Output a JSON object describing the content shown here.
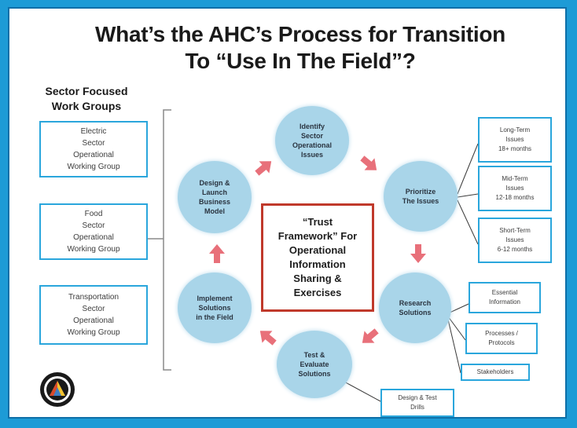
{
  "title": "What’s the AHC’s Process for Transition\nTo “Use In The Field”?",
  "sector_heading": "Sector Focused\nWork Groups",
  "work_groups": [
    "Electric\nSector\nOperational\nWorking Group",
    "Food\nSector\nOperational\nWorking Group",
    "Transportation\nSector\nOperational\nWorking Group"
  ],
  "center_text": "“Trust\nFramework” For\nOperational\nInformation\nSharing &\nExercises",
  "cycle": [
    "Identify\nSector\nOperational\nIssues",
    "Prioritize\nThe Issues",
    "Research\nSolutions",
    "Test &\nEvaluate\nSolutions",
    "Implement\nSolutions\nin the Field",
    "Design &\nLaunch\nBusiness\nModel"
  ],
  "timeframes": [
    "Long-Term\nIssues\n18+ months",
    "Mid-Term\nIssues\n12-18 months",
    "Short-Term\nIssues\n6-12 months"
  ],
  "research_outputs": [
    "Essential\nInformation",
    "Processes /\nProtocols",
    "Stakeholders"
  ],
  "test_output": "Design & Test\nDrills",
  "colors": {
    "frame": "#1d9bd6",
    "box_border": "#2aa6dc",
    "circle": "#a9d5e9",
    "arrow": "#e8707a",
    "center_border": "#c0392b"
  },
  "icons": {
    "logo": "ahc-emblem-icon"
  }
}
